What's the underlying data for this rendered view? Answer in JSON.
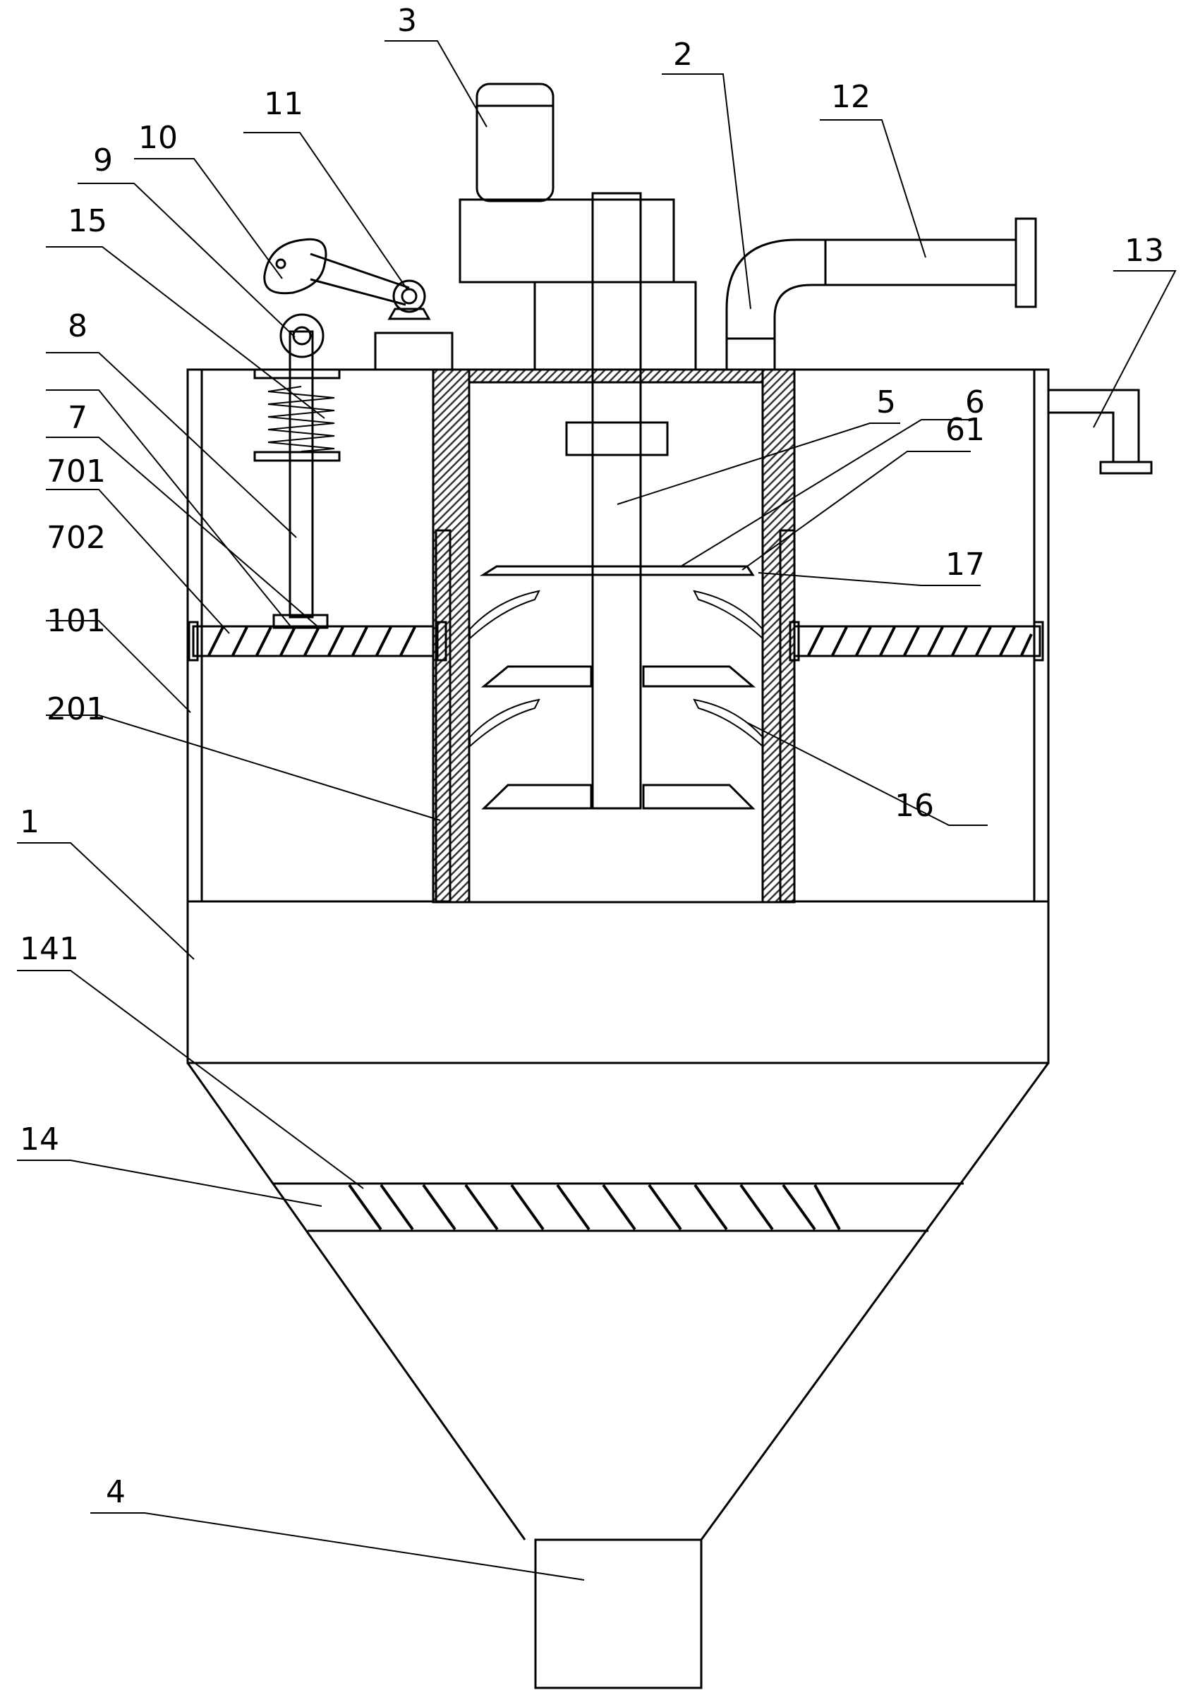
{
  "labels": {
    "l1": "1",
    "l2": "2",
    "l3": "3",
    "l4": "4",
    "l5": "5",
    "l6": "6",
    "l7": "7",
    "l8": "8",
    "l9": "9",
    "l10": "10",
    "l11": "11",
    "l12": "12",
    "l13": "13",
    "l14": "14",
    "l15": "15",
    "l16": "16",
    "l17": "17",
    "l61": "61",
    "l101": "101",
    "l141": "141",
    "l201": "201",
    "l701": "701",
    "l702": "702"
  }
}
